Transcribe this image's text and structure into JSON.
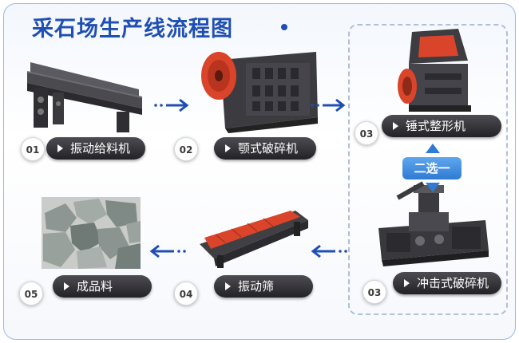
{
  "title": "采石场生产线流程图",
  "alternative_label": "二选一",
  "steps": [
    {
      "num": "01",
      "label": "振动给料机",
      "icon": "vibrating-feeder-icon"
    },
    {
      "num": "02",
      "label": "颚式破碎机",
      "icon": "jaw-crusher-icon"
    },
    {
      "num": "03",
      "label": "锤式整形机",
      "icon": "hammer-shaper-icon"
    },
    {
      "num": "03",
      "label": "冲击式破碎机",
      "icon": "impact-crusher-icon"
    },
    {
      "num": "04",
      "label": "振动筛",
      "icon": "vibrating-screen-icon"
    },
    {
      "num": "05",
      "label": "成品料",
      "icon": "finished-stone-icon"
    }
  ],
  "colors": {
    "title": "#1f4fb3",
    "arrow": "#1f4fb3",
    "machine_body": "#3a3a3e",
    "machine_accent": "#d9442a",
    "pill": "#2a2a2e",
    "badge": "#2f7ad4"
  }
}
